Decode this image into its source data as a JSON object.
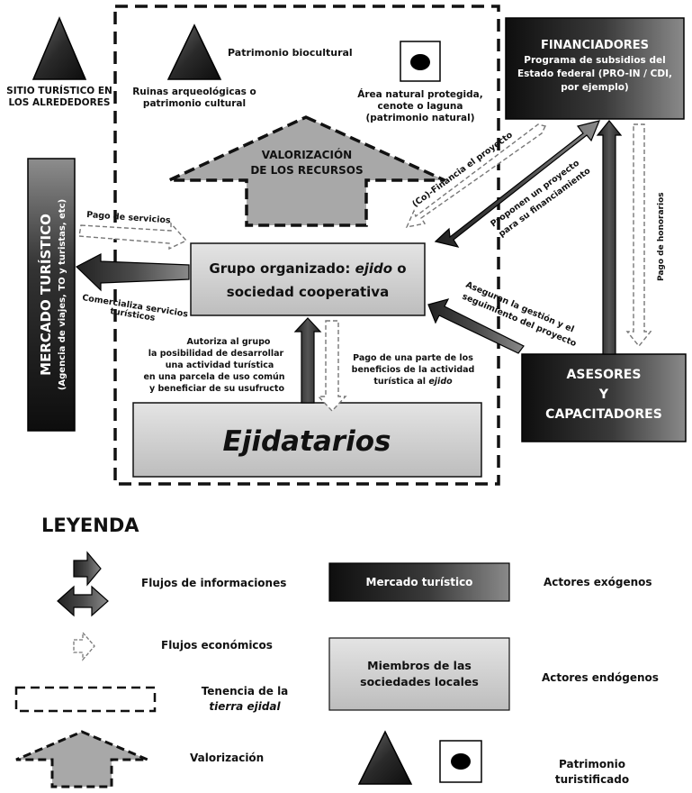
{
  "site_nearby": {
    "line1": "SITIO TURÍSTICO EN",
    "line2": "LOS ALREDEDORES"
  },
  "heritage": {
    "biocultural": "Patrimonio biocultural",
    "ruins_line1": "Ruinas arqueológicas o",
    "ruins_line2": "patrimonio cultural",
    "natural_line1": "Área natural protegida,",
    "natural_line2": "cenote o laguna",
    "natural_line3": "(patrimonio natural)"
  },
  "valorization": {
    "line1": "VALORIZACIÓN",
    "line2": "DE LOS RECURSOS"
  },
  "funders": {
    "title": "FINANCIADORES",
    "line1": "Programa de subsidios del",
    "line2": "Estado federal (PRO-IN / CDI,",
    "line3": "por ejemplo)"
  },
  "market": {
    "title": "MERCADO TURÍSTICO",
    "subtitle": "(Agencia de viajes, TO y turistas, etc)"
  },
  "group": {
    "line1_prefix": "Grupo organizado: ",
    "line1_em": "ejido",
    "line1_suffix": " o",
    "line2": "sociedad cooperativa"
  },
  "ejidatarios": "Ejidatarios",
  "advisors": {
    "line1": "ASESORES",
    "line2": "Y",
    "line3": "CAPACITADORES"
  },
  "flows": {
    "cofinancia": "(Co)-Financia el proyecto",
    "proponen_line1": "Proponen un proyecto",
    "proponen_line2": "para su financiamiento",
    "honorarios": "Pago de honorarios",
    "pago_servicios": "Pago de servicios",
    "comercializa_line1": "Comercializa servicios",
    "comercializa_line2": "turísticos",
    "aseguran_line1": "Aseguran la gestión y el",
    "aseguran_line2": "seguimiento del proyecto",
    "autoriza_line1": "Autoriza al grupo",
    "autoriza_line2": "la posibilidad de desarrollar",
    "autoriza_line3": "una actividad turística",
    "autoriza_line4": "en una parcela de uso común",
    "autoriza_line5": "y beneficiar de su usufructo",
    "pago_parte_line1": "Pago de una parte de los",
    "pago_parte_line2": "beneficios de la actividad",
    "pago_parte_line3_prefix": "turística al ",
    "pago_parte_line3_em": "ejido"
  },
  "legend": {
    "title": "LEYENDA",
    "info_flows": "Flujos de informaciones",
    "market_box": "Mercado turístico",
    "exogenous": "Actores exógenos",
    "econ_flows": "Flujos económicos",
    "local_line1": "Miembros de las",
    "local_line2": "sociedades locales",
    "endogenous": "Actores endógenos",
    "tenure_line1": "Tenencia de la",
    "tenure_line2_em": "tierra ejidal",
    "valorization": "Valorización",
    "heritage_line1": "Patrimonio",
    "heritage_line2": "turistificado"
  }
}
